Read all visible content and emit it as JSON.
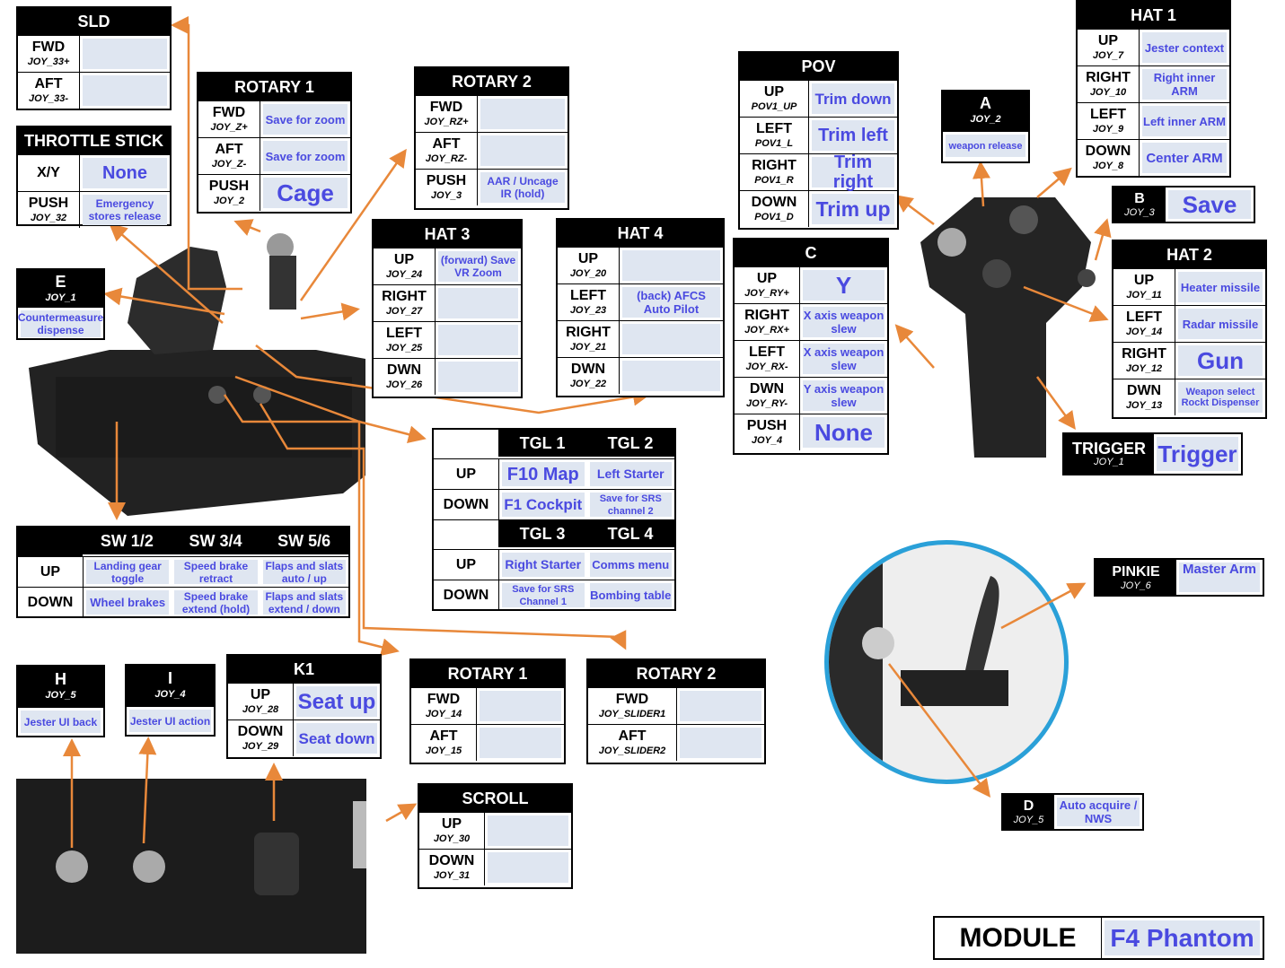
{
  "sld": {
    "title": "SLD",
    "rows": [
      {
        "k": "FWD",
        "j": "JOY_33+",
        "v": ""
      },
      {
        "k": "AFT",
        "j": "JOY_33-",
        "v": ""
      }
    ]
  },
  "throttle": {
    "title": "THROTTLE STICK",
    "rows": [
      {
        "k": "X/Y",
        "j": "",
        "v": "None"
      },
      {
        "k": "PUSH",
        "j": "JOY_32",
        "v": "Emergency stores release"
      }
    ]
  },
  "rotary1a": {
    "title": "ROTARY 1",
    "rows": [
      {
        "k": "FWD",
        "j": "JOY_Z+",
        "v": "Save for zoom"
      },
      {
        "k": "AFT",
        "j": "JOY_Z-",
        "v": "Save for zoom"
      },
      {
        "k": "PUSH",
        "j": "JOY_2",
        "v": "Cage"
      }
    ]
  },
  "rotary2a": {
    "title": "ROTARY 2",
    "rows": [
      {
        "k": "FWD",
        "j": "JOY_RZ+",
        "v": ""
      },
      {
        "k": "AFT",
        "j": "JOY_RZ-",
        "v": ""
      },
      {
        "k": "PUSH",
        "j": "JOY_3",
        "v": "AAR / Uncage IR (hold)"
      }
    ]
  },
  "e": {
    "title": "E",
    "joy": "JOY_1",
    "v": "Countermeasure dispense"
  },
  "hat3": {
    "title": "HAT 3",
    "rows": [
      {
        "k": "UP",
        "j": "JOY_24",
        "v": "(forward) Save VR Zoom"
      },
      {
        "k": "RIGHT",
        "j": "JOY_27",
        "v": ""
      },
      {
        "k": "LEFT",
        "j": "JOY_25",
        "v": ""
      },
      {
        "k": "DWN",
        "j": "JOY_26",
        "v": ""
      }
    ]
  },
  "hat4": {
    "title": "HAT 4",
    "rows": [
      {
        "k": "UP",
        "j": "JOY_20",
        "v": ""
      },
      {
        "k": "LEFT",
        "j": "JOY_23",
        "v": "(back) AFCS Auto Pilot"
      },
      {
        "k": "RIGHT",
        "j": "JOY_21",
        "v": ""
      },
      {
        "k": "DWN",
        "j": "JOY_22",
        "v": ""
      }
    ]
  },
  "pov": {
    "title": "POV",
    "rows": [
      {
        "k": "UP",
        "j": "POV1_UP",
        "v": "Trim down"
      },
      {
        "k": "LEFT",
        "j": "POV1_L",
        "v": "Trim left"
      },
      {
        "k": "RIGHT",
        "j": "POV1_R",
        "v": "Trim right"
      },
      {
        "k": "DOWN",
        "j": "POV1_D",
        "v": "Trim up"
      }
    ]
  },
  "a": {
    "title": "A",
    "joy": "JOY_2",
    "v": "weapon release"
  },
  "hat1": {
    "title": "HAT 1",
    "rows": [
      {
        "k": "UP",
        "j": "JOY_7",
        "v": "Jester context"
      },
      {
        "k": "RIGHT",
        "j": "JOY_10",
        "v": "Right inner ARM"
      },
      {
        "k": "LEFT",
        "j": "JOY_9",
        "v": "Left inner ARM"
      },
      {
        "k": "DOWN",
        "j": "JOY_8",
        "v": "Center ARM"
      }
    ]
  },
  "b": {
    "title": "B",
    "joy": "JOY_3",
    "v": "Save"
  },
  "c": {
    "title": "C",
    "rows": [
      {
        "k": "UP",
        "j": "JOY_RY+",
        "v": "Y"
      },
      {
        "k": "RIGHT",
        "j": "JOY_RX+",
        "v": "X axis weapon slew"
      },
      {
        "k": "LEFT",
        "j": "JOY_RX-",
        "v": "X axis weapon slew"
      },
      {
        "k": "DWN",
        "j": "JOY_RY-",
        "v": "Y axis weapon slew"
      },
      {
        "k": "PUSH",
        "j": "JOY_4",
        "v": "None"
      }
    ]
  },
  "hat2": {
    "title": "HAT 2",
    "rows": [
      {
        "k": "UP",
        "j": "JOY_11",
        "v": "Heater missile"
      },
      {
        "k": "LEFT",
        "j": "JOY_14",
        "v": "Radar missile"
      },
      {
        "k": "RIGHT",
        "j": "JOY_12",
        "v": "Gun"
      },
      {
        "k": "DWN",
        "j": "JOY_13",
        "v": "Weapon select Rockt Dispenser"
      }
    ]
  },
  "trigger": {
    "title": "TRIGGER",
    "joy": "JOY_1",
    "v": "Trigger"
  },
  "tgl": {
    "h1": "TGL 1",
    "h2": "TGL 2",
    "h3": "TGL 3",
    "h4": "TGL 4",
    "up": "UP",
    "down": "DOWN",
    "t1up": "F10 Map",
    "t2up": "Left Starter",
    "t1dn": "F1 Cockpit",
    "t2dn": "Save for SRS channel 2",
    "t3up": "Right Starter",
    "t4up": "Comms menu",
    "t3dn": "Save for SRS Channel 1",
    "t4dn": "Bombing table"
  },
  "sw": {
    "h1": "SW 1/2",
    "h2": "SW 3/4",
    "h3": "SW 5/6",
    "up": "UP",
    "down": "DOWN",
    "s1up": "Landing gear toggle",
    "s2up": "Speed brake retract",
    "s3up": "Flaps and slats auto  / up",
    "s1dn": "Wheel brakes",
    "s2dn": "Speed brake extend (hold)",
    "s3dn": "Flaps and slats extend / down"
  },
  "h": {
    "title": "H",
    "joy": "JOY_5",
    "v": "Jester UI back"
  },
  "i": {
    "title": "I",
    "joy": "JOY_4",
    "v": "Jester UI action"
  },
  "k1": {
    "title": "K1",
    "rows": [
      {
        "k": "UP",
        "j": "JOY_28",
        "v": "Seat up"
      },
      {
        "k": "DOWN",
        "j": "JOY_29",
        "v": "Seat down"
      }
    ]
  },
  "rotary1b": {
    "title": "ROTARY 1",
    "rows": [
      {
        "k": "FWD",
        "j": "JOY_14",
        "v": ""
      },
      {
        "k": "AFT",
        "j": "JOY_15",
        "v": ""
      }
    ]
  },
  "rotary2b": {
    "title": "ROTARY 2",
    "rows": [
      {
        "k": "FWD",
        "j": "JOY_SLIDER1",
        "v": ""
      },
      {
        "k": "AFT",
        "j": "JOY_SLIDER2",
        "v": ""
      }
    ]
  },
  "scroll": {
    "title": "SCROLL",
    "rows": [
      {
        "k": "UP",
        "j": "JOY_30",
        "v": ""
      },
      {
        "k": "DOWN",
        "j": "JOY_31",
        "v": ""
      }
    ]
  },
  "pinkie": {
    "title": "PINKIE",
    "joy": "JOY_6",
    "v": "Master Arm"
  },
  "d": {
    "title": "D",
    "joy": "JOY_5",
    "v": "Auto acquire / NWS"
  },
  "module": {
    "label": "MODULE",
    "value": "F4 Phantom"
  },
  "colors": {
    "accent": "#4a4ae0",
    "cell": "#dfe6f1",
    "arrow": "#e8883a"
  }
}
